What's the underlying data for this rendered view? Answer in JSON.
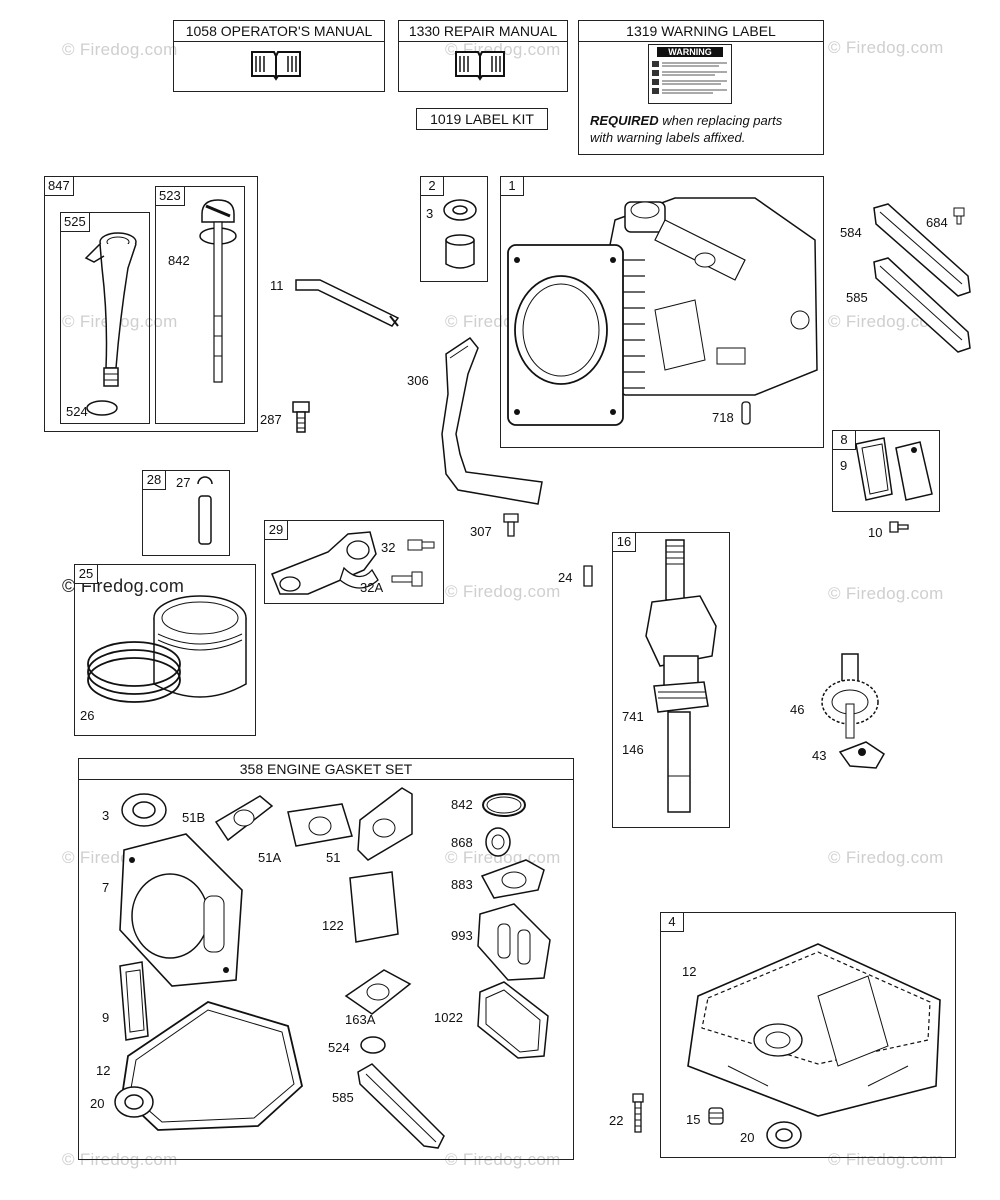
{
  "header": {
    "operators_manual": "1058 OPERATOR'S MANUAL",
    "repair_manual": "1330 REPAIR MANUAL",
    "warning_label": "1319 WARNING LABEL",
    "label_kit": "1019 LABEL KIT",
    "warning_sticker_title": "WARNING",
    "required_bold": "REQUIRED",
    "required_rest": " when replacing parts",
    "required_line2": "with warning labels affixed."
  },
  "watermark": "© Firedog.com",
  "groups": {
    "g847": "847",
    "g525": "525",
    "g523": "523",
    "g2": "2",
    "g1": "1",
    "g8": "8",
    "g28": "28",
    "g29": "29",
    "g25": "25",
    "g16": "16",
    "g4": "4",
    "gasket_set": "358 ENGINE GASKET SET"
  },
  "labels": {
    "l842a": "842",
    "l524a": "524",
    "l11": "11",
    "l287": "287",
    "l3a": "3",
    "l306": "306",
    "l307": "307",
    "l718": "718",
    "l584": "584",
    "l684": "684",
    "l585a": "585",
    "l9a": "9",
    "l10": "10",
    "l27": "27",
    "l32": "32",
    "l32a": "32A",
    "l24": "24",
    "l26": "26",
    "l741": "741",
    "l146": "146",
    "l46": "46",
    "l43": "43",
    "g3": "3",
    "g51b": "51B",
    "g51a": "51A",
    "g51": "51",
    "g842": "842",
    "g868": "868",
    "g883": "883",
    "g7": "7",
    "g122": "122",
    "g993": "993",
    "g9": "9",
    "g163a": "163A",
    "g1022": "1022",
    "g524": "524",
    "g12": "12",
    "g20": "20",
    "g585": "585",
    "l22": "22",
    "l12b": "12",
    "l15": "15",
    "l20b": "20"
  }
}
